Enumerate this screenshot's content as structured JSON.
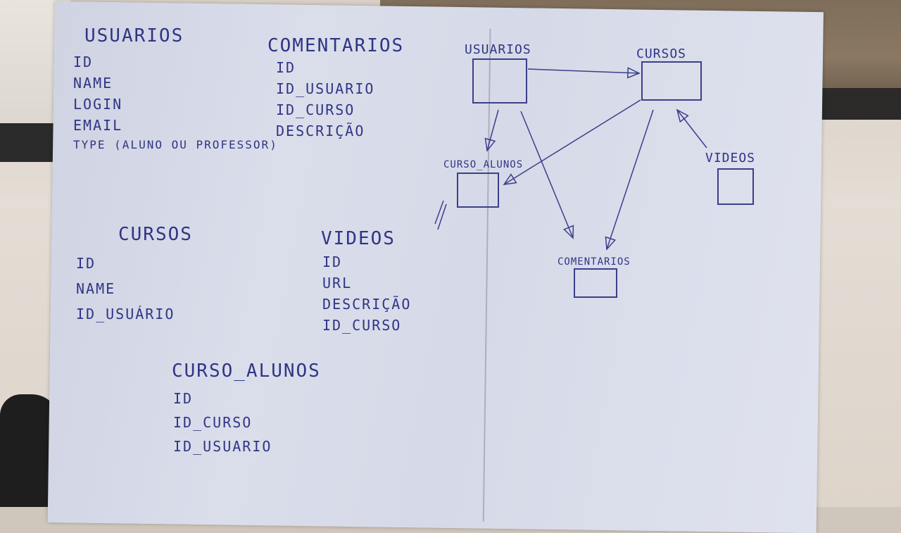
{
  "tables": [
    {
      "id": "usuarios",
      "title": "USUARIOS",
      "fields": [
        "ID",
        "NAME",
        "LOGIN",
        "EMAIL",
        "TYPE (ALUNO OU PROFESSOR)"
      ]
    },
    {
      "id": "comentarios",
      "title": "COMENTARIOS",
      "fields": [
        "ID",
        "ID_USUARIO",
        "ID_CURSO",
        "DESCRIÇÃO"
      ]
    },
    {
      "id": "cursos",
      "title": "CURSOS",
      "fields": [
        "ID",
        "NAME",
        "ID_USUÁRIO"
      ]
    },
    {
      "id": "videos",
      "title": "VIDEOS",
      "fields": [
        "ID",
        "URL",
        "DESCRIÇÃO",
        "ID_CURSO"
      ]
    },
    {
      "id": "curso-alunos",
      "title": "CURSO_ALUNOS",
      "fields": [
        "ID",
        "ID_CURSO",
        "ID_USUARIO"
      ]
    }
  ],
  "diagram": {
    "nodes": [
      {
        "id": "usuarios",
        "label": "USUARIOS"
      },
      {
        "id": "cursos",
        "label": "CURSOS"
      },
      {
        "id": "curso-alunos",
        "label": "CURSO_ALUNOS"
      },
      {
        "id": "videos",
        "label": "VIDEOS"
      },
      {
        "id": "comentarios",
        "label": "COMENTARIOS"
      }
    ],
    "edges": [
      {
        "from": "usuarios",
        "to": "cursos"
      },
      {
        "from": "usuarios",
        "to": "curso-alunos"
      },
      {
        "from": "usuarios",
        "to": "comentarios"
      },
      {
        "from": "cursos",
        "to": "curso-alunos"
      },
      {
        "from": "cursos",
        "to": "comentarios"
      },
      {
        "from": "videos",
        "to": "cursos"
      }
    ]
  },
  "colors": {
    "ink": "#2f3585",
    "paper": "#d6dae8"
  }
}
